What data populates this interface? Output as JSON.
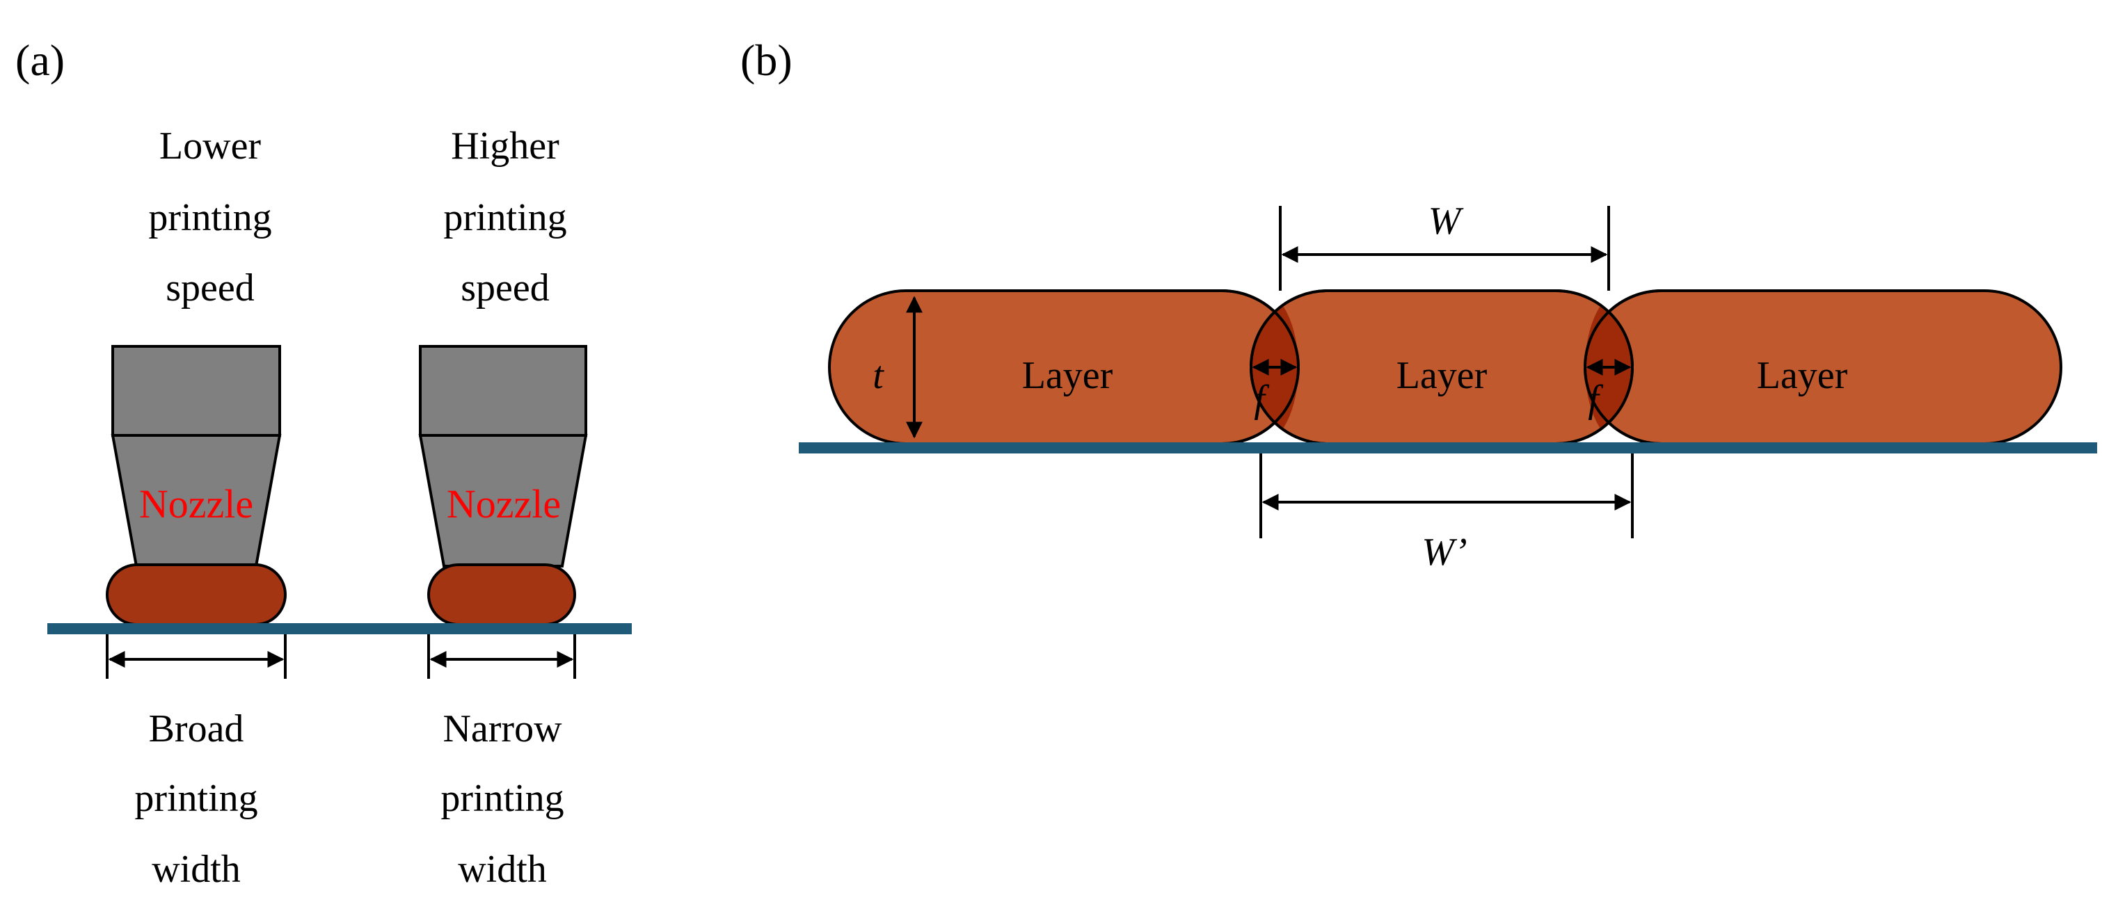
{
  "panel_a": {
    "label": "(a)",
    "left": {
      "speed_lines": [
        "Lower",
        "printing",
        "speed"
      ],
      "nozzle_label": "Nozzle",
      "width_lines": [
        "Broad",
        "printing",
        "width"
      ]
    },
    "right": {
      "speed_lines": [
        "Higher",
        "printing",
        "speed"
      ],
      "nozzle_label": "Nozzle",
      "width_lines": [
        "Narrow",
        "printing",
        "width"
      ]
    }
  },
  "panel_b": {
    "label": "(b)",
    "layers": [
      "Layer",
      "Layer",
      "Layer"
    ],
    "thickness_symbol": "t",
    "overlap_symbol_1": "f",
    "overlap_symbol_2": "f",
    "width_symbol": "W",
    "effective_width_symbol": "W’"
  },
  "colors": {
    "substrate": "#1f5a78",
    "layer_fill": "#c05a2e",
    "overlap_fill": "#9e2a0a",
    "bead_fill": "#a33512",
    "nozzle_body": "#808080",
    "nozzle_label": "#ff0000",
    "outline": "#000000"
  }
}
